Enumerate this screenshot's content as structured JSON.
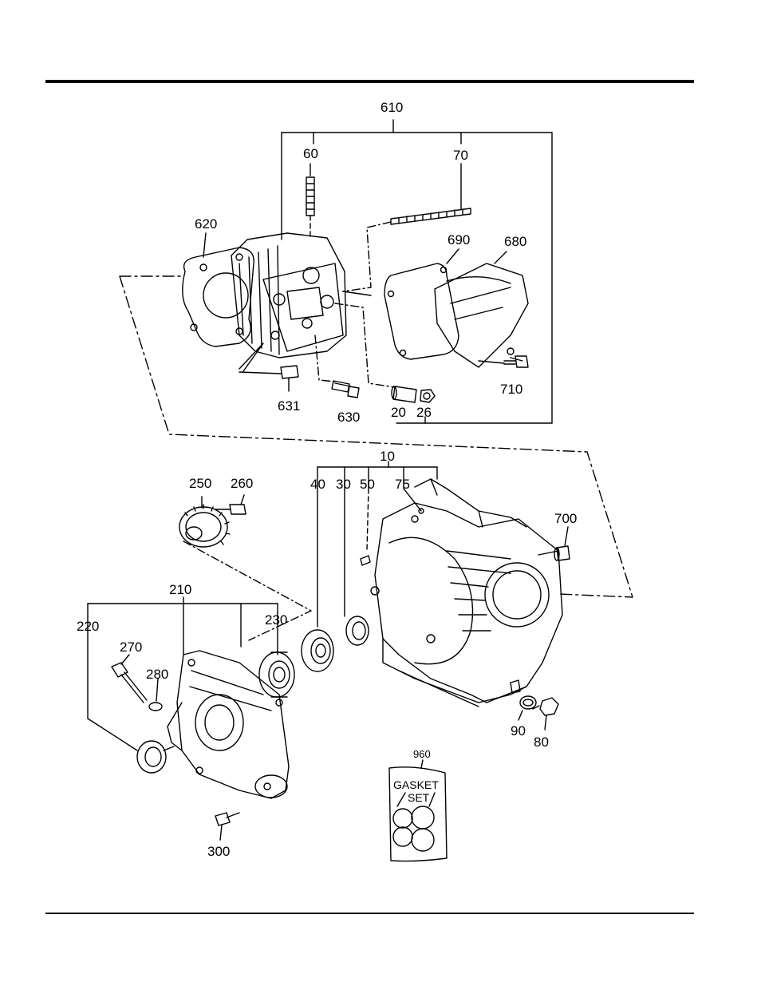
{
  "callouts": {
    "c610": "610",
    "c60": "60",
    "c70": "70",
    "c620": "620",
    "c690": "690",
    "c680": "680",
    "c710": "710",
    "c631": "631",
    "c630": "630",
    "c20": "20",
    "c26": "26",
    "c10": "10",
    "c40": "40",
    "c30": "30",
    "c50": "50",
    "c75": "75",
    "c250": "250",
    "c260": "260",
    "c700": "700",
    "c210": "210",
    "c220": "220",
    "c230": "230",
    "c270": "270",
    "c280": "280",
    "c90": "90",
    "c80": "80",
    "c300": "300",
    "c960": "960"
  },
  "gasket_set": {
    "line1": "GASKET",
    "line2": "SET"
  }
}
